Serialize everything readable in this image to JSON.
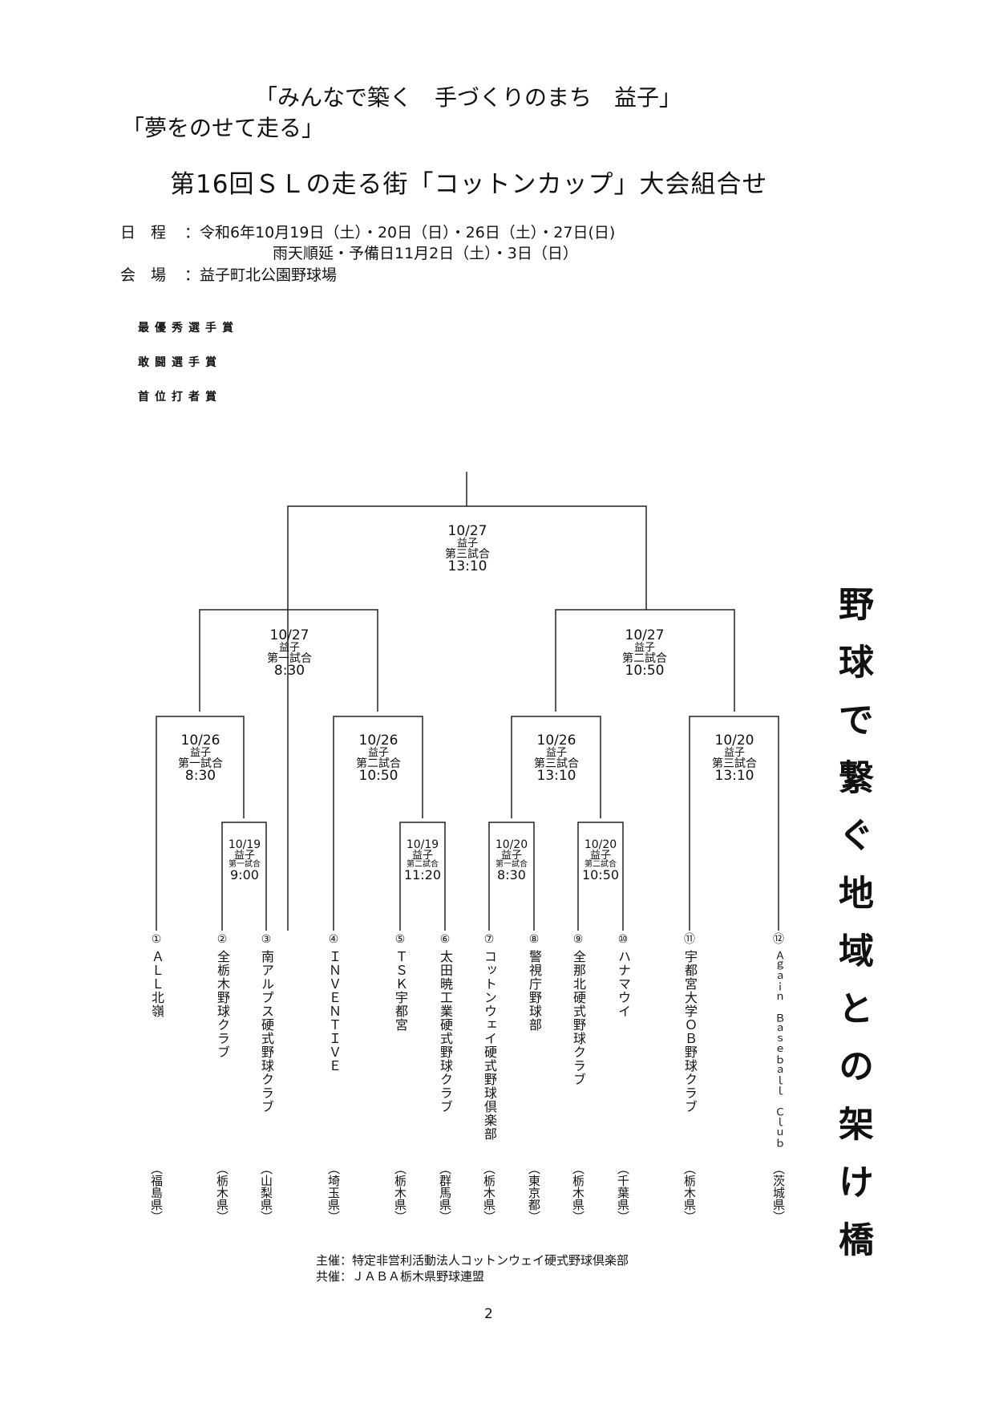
{
  "header": {
    "slogan1": "「みんなで築く　手づくりのまち　益子」",
    "slogan2": "「夢をのせて走る」",
    "title": "第16回ＳＬの走る街「コットンカップ」大会組合せ"
  },
  "schedule": {
    "date_label": "日　程",
    "date_value": "：令和6年10月19日（土）・20日（日）・26日（土）・27日(日)",
    "date_rain": "雨天順延・予備日11月2日（土）・3日（日）",
    "venue_label": "会　場",
    "venue_value": "：益子町北公園野球場"
  },
  "awards": [
    "最優秀選手賞",
    "敢闘選手賞",
    "首位打者賞"
  ],
  "games": {
    "final": {
      "date": "10/27",
      "venue": "益子",
      "game": "第三試合",
      "time": "13:10"
    },
    "semi1": {
      "date": "10/27",
      "venue": "益子",
      "game": "第一試合",
      "time": "8:30"
    },
    "semi2": {
      "date": "10/27",
      "venue": "益子",
      "game": "第二試合",
      "time": "10:50"
    },
    "qf1": {
      "date": "10/26",
      "venue": "益子",
      "game": "第一試合",
      "time": "8:30"
    },
    "qf2": {
      "date": "10/26",
      "venue": "益子",
      "game": "第二試合",
      "time": "10:50"
    },
    "qf3": {
      "date": "10/26",
      "venue": "益子",
      "game": "第三試合",
      "time": "13:10"
    },
    "qf4": {
      "date": "10/20",
      "venue": "益子",
      "game": "第三試合",
      "time": "13:10"
    },
    "r1a": {
      "date": "10/19",
      "venue": "益子",
      "game": "第一試合",
      "time": "9:00"
    },
    "r1b": {
      "date": "10/19",
      "venue": "益子",
      "game": "第二試合",
      "time": "11:20"
    },
    "r1c": {
      "date": "10/20",
      "venue": "益子",
      "game": "第一試合",
      "time": "8:30"
    },
    "r1d": {
      "date": "10/20",
      "venue": "益子",
      "game": "第二試合",
      "time": "10:50"
    }
  },
  "teams": [
    {
      "num": "①",
      "name": "ＡＬＬ北嶺",
      "pref": "（福島県）"
    },
    {
      "num": "②",
      "name": "全栃木野球クラブ",
      "pref": "（栃木県）"
    },
    {
      "num": "③",
      "name": "南アルプス硬式野球クラブ",
      "pref": "（山梨県）"
    },
    {
      "num": "④",
      "name": "ＩＮＶＥＮＴＩＶＥ",
      "pref": "（埼玉県）"
    },
    {
      "num": "⑤",
      "name": "ＴＳＫ宇都宮",
      "pref": "（栃木県）"
    },
    {
      "num": "⑥",
      "name": "太田暁工業硬式野球クラブ",
      "pref": "（群馬県）"
    },
    {
      "num": "⑦",
      "name": "コットンウェイ硬式野球倶楽部",
      "pref": "（栃木県）"
    },
    {
      "num": "⑧",
      "name": "警視庁野球部",
      "pref": "（東京都）"
    },
    {
      "num": "⑨",
      "name": "全那北硬式野球クラブ",
      "pref": "（栃木県）"
    },
    {
      "num": "⑩",
      "name": "ハナマウイ",
      "pref": "（千葉県）"
    },
    {
      "num": "⑪",
      "name": "宇都宮大学ＯＢ野球クラブ",
      "pref": "（栃木県）"
    },
    {
      "num": "⑫",
      "name": "Ａｇａｉｎ　Ｂａｓｅｂａｌｌ　Ｃｌｕｂ",
      "pref": "（茨城県）"
    }
  ],
  "vertical_slogan": "野球で繋ぐ地域との架け橋",
  "footer": {
    "host": "主催：特定非営利活動法人コットンウェイ硬式野球倶楽部",
    "cohost": "共催：ＪＡＢＡ栃木県野球連盟",
    "page": "2"
  }
}
